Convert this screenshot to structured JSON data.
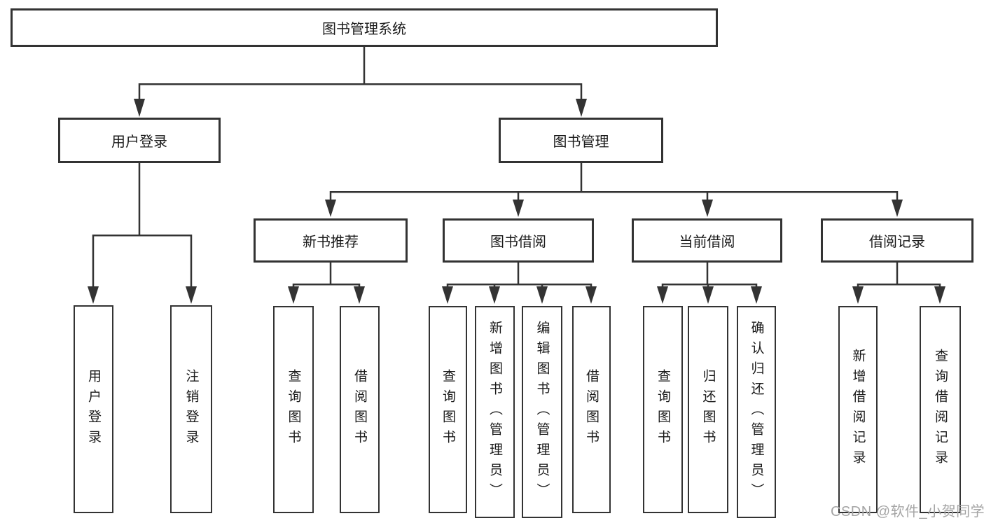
{
  "root": {
    "label": "图书管理系统"
  },
  "level1": [
    {
      "label": "用户登录",
      "children": [
        {
          "label": "用户登录"
        },
        {
          "label": "注销登录"
        }
      ]
    },
    {
      "label": "图书管理"
    }
  ],
  "level2": [
    {
      "label": "新书推荐",
      "children": [
        {
          "label": "查询图书"
        },
        {
          "label": "借阅图书"
        }
      ]
    },
    {
      "label": "图书借阅",
      "children": [
        {
          "label": "查询图书"
        },
        {
          "label": "新增图书（管理员）"
        },
        {
          "label": "编辑图书（管理员）"
        },
        {
          "label": "借阅图书"
        }
      ]
    },
    {
      "label": "当前借阅",
      "children": [
        {
          "label": "查询图书"
        },
        {
          "label": "归还图书"
        },
        {
          "label": "确认归还（管理员）"
        }
      ]
    },
    {
      "label": "借阅记录",
      "children": [
        {
          "label": "新增借阅记录"
        },
        {
          "label": "查询借阅记录"
        }
      ]
    }
  ],
  "watermark": {
    "text": "CSDN @软件_小贺同学",
    "color": "#a5a5a5"
  },
  "colors": {
    "line": "#333333",
    "box_border": "#333333",
    "text": "#1a1a1a",
    "background": "#ffffff"
  }
}
